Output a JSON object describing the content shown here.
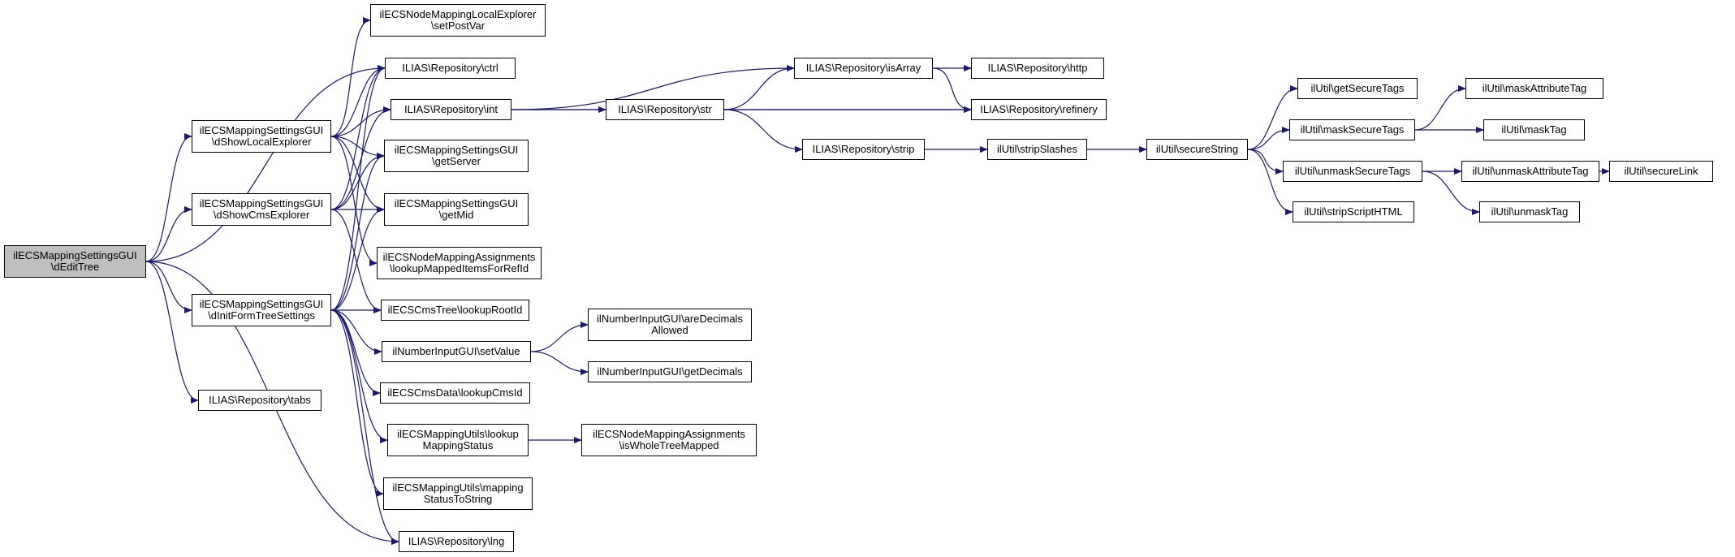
{
  "colors": {
    "edge": "#191970",
    "node_border": "#000000",
    "root_fill": "#bfbfbf"
  },
  "nodes": {
    "n_edit": {
      "label": "ilECSMappingSettingsGUI\n\\dEditTree"
    },
    "n_local": {
      "label": "ilECSMappingSettingsGUI\n\\dShowLocalExplorer"
    },
    "n_cms": {
      "label": "ilECSMappingSettingsGUI\n\\dShowCmsExplorer"
    },
    "n_init": {
      "label": "ilECSMappingSettingsGUI\n\\dInitFormTreeSettings"
    },
    "n_tabs": {
      "label": "ILIAS\\Repository\\tabs"
    },
    "n_postvar": {
      "label": "ilECSNodeMappingLocalExplorer\n\\setPostVar"
    },
    "n_ctrl": {
      "label": "ILIAS\\Repository\\ctrl"
    },
    "n_int": {
      "label": "ILIAS\\Repository\\int"
    },
    "n_server": {
      "label": "ilECSMappingSettingsGUI\n\\getServer"
    },
    "n_mid": {
      "label": "ilECSMappingSettingsGUI\n\\getMid"
    },
    "n_lookupmapped": {
      "label": "ilECSNodeMappingAssignments\n\\lookupMappedItemsForRefId"
    },
    "n_rootid": {
      "label": "ilECSCmsTree\\lookupRootId"
    },
    "n_setvalue": {
      "label": "ilNumberInputGUI\\setValue"
    },
    "n_cmsid": {
      "label": "ilECSCmsData\\lookupCmsId"
    },
    "n_mapstatus": {
      "label": "ilECSMappingUtils\\lookup\nMappingStatus"
    },
    "n_statusstr": {
      "label": "ilECSMappingUtils\\mapping\nStatusToString"
    },
    "n_lng": {
      "label": "ILIAS\\Repository\\lng"
    },
    "n_str": {
      "label": "ILIAS\\Repository\\str"
    },
    "n_aredec": {
      "label": "ilNumberInputGUI\\areDecimals\nAllowed"
    },
    "n_getdec": {
      "label": "ilNumberInputGUI\\getDecimals"
    },
    "n_wholetree": {
      "label": "ilECSNodeMappingAssignments\n\\isWholeTreeMapped"
    },
    "n_isarray": {
      "label": "ILIAS\\Repository\\isArray"
    },
    "n_strip": {
      "label": "ILIAS\\Repository\\strip"
    },
    "n_http": {
      "label": "ILIAS\\Repository\\http"
    },
    "n_refinery": {
      "label": "ILIAS\\Repository\\refinery"
    },
    "n_stripslashes": {
      "label": "ilUtil\\stripSlashes"
    },
    "n_securestring": {
      "label": "ilUtil\\secureString"
    },
    "n_getsecure": {
      "label": "ilUtil\\getSecureTags"
    },
    "n_masksecure": {
      "label": "ilUtil\\maskSecureTags"
    },
    "n_unmasksecure": {
      "label": "ilUtil\\unmaskSecureTags"
    },
    "n_stripscript": {
      "label": "ilUtil\\stripScriptHTML"
    },
    "n_maskattr": {
      "label": "ilUtil\\maskAttributeTag"
    },
    "n_masktag": {
      "label": "ilUtil\\maskTag"
    },
    "n_unmaskattr": {
      "label": "ilUtil\\unmaskAttributeTag"
    },
    "n_unmasktag": {
      "label": "ilUtil\\unmaskTag"
    },
    "n_securelink": {
      "label": "ilUtil\\secureLink"
    }
  },
  "edges": [
    [
      "n_edit",
      "n_local"
    ],
    [
      "n_edit",
      "n_cms"
    ],
    [
      "n_edit",
      "n_init"
    ],
    [
      "n_edit",
      "n_tabs"
    ],
    [
      "n_edit",
      "n_ctrl"
    ],
    [
      "n_edit",
      "n_lng"
    ],
    [
      "n_local",
      "n_postvar"
    ],
    [
      "n_local",
      "n_ctrl"
    ],
    [
      "n_local",
      "n_int"
    ],
    [
      "n_local",
      "n_server"
    ],
    [
      "n_local",
      "n_mid"
    ],
    [
      "n_local",
      "n_lookupmapped"
    ],
    [
      "n_cms",
      "n_ctrl"
    ],
    [
      "n_cms",
      "n_int"
    ],
    [
      "n_cms",
      "n_server"
    ],
    [
      "n_cms",
      "n_mid"
    ],
    [
      "n_cms",
      "n_rootid"
    ],
    [
      "n_init",
      "n_ctrl"
    ],
    [
      "n_init",
      "n_server"
    ],
    [
      "n_init",
      "n_mid"
    ],
    [
      "n_init",
      "n_rootid"
    ],
    [
      "n_init",
      "n_setvalue"
    ],
    [
      "n_init",
      "n_cmsid"
    ],
    [
      "n_init",
      "n_mapstatus"
    ],
    [
      "n_init",
      "n_statusstr"
    ],
    [
      "n_init",
      "n_lng"
    ],
    [
      "n_int",
      "n_isarray"
    ],
    [
      "n_int",
      "n_str"
    ],
    [
      "n_int",
      "n_refinery"
    ],
    [
      "n_str",
      "n_isarray"
    ],
    [
      "n_str",
      "n_refinery"
    ],
    [
      "n_str",
      "n_strip"
    ],
    [
      "n_isarray",
      "n_http"
    ],
    [
      "n_isarray",
      "n_refinery"
    ],
    [
      "n_strip",
      "n_stripslashes"
    ],
    [
      "n_stripslashes",
      "n_securestring"
    ],
    [
      "n_securestring",
      "n_getsecure"
    ],
    [
      "n_securestring",
      "n_masksecure"
    ],
    [
      "n_securestring",
      "n_unmasksecure"
    ],
    [
      "n_securestring",
      "n_stripscript"
    ],
    [
      "n_masksecure",
      "n_maskattr"
    ],
    [
      "n_masksecure",
      "n_masktag"
    ],
    [
      "n_unmasksecure",
      "n_unmaskattr"
    ],
    [
      "n_unmasksecure",
      "n_unmasktag"
    ],
    [
      "n_unmaskattr",
      "n_securelink"
    ],
    [
      "n_setvalue",
      "n_aredec"
    ],
    [
      "n_setvalue",
      "n_getdec"
    ],
    [
      "n_mapstatus",
      "n_wholetree"
    ]
  ]
}
